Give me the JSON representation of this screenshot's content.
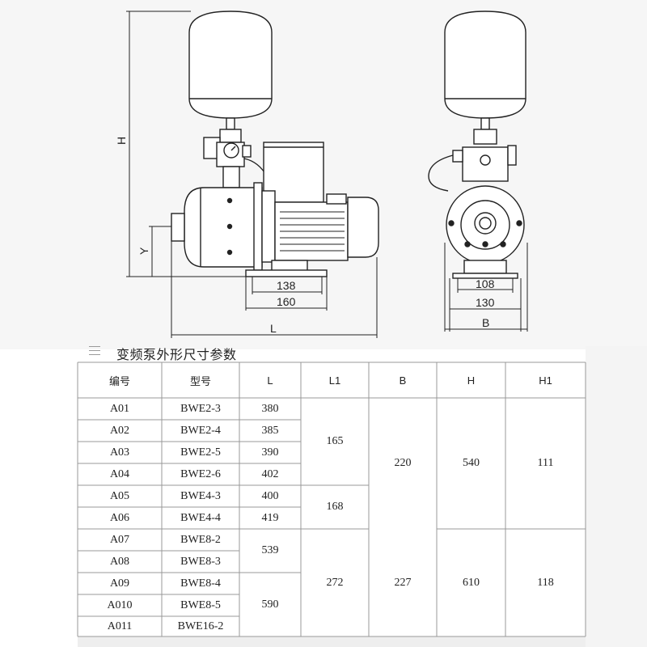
{
  "drawing": {
    "side_view_dims": {
      "H": "H",
      "Y": "Y",
      "L": "L",
      "d1": "138",
      "d2": "160"
    },
    "front_view_dims": {
      "d1": "108",
      "d2": "130",
      "B": "B"
    }
  },
  "table": {
    "title": "变频泵外形尺寸参数",
    "headers": [
      "编号",
      "型号",
      "L",
      "L1",
      "B",
      "H",
      "H1"
    ],
    "rows": [
      {
        "id": "A01",
        "model": "BWE2-3",
        "L": "380"
      },
      {
        "id": "A02",
        "model": "BWE2-4",
        "L": "385"
      },
      {
        "id": "A03",
        "model": "BWE2-5",
        "L": "390"
      },
      {
        "id": "A04",
        "model": "BWE2-6",
        "L": "402"
      },
      {
        "id": "A05",
        "model": "BWE4-3",
        "L": "400"
      },
      {
        "id": "A06",
        "model": "BWE4-4",
        "L": "419"
      },
      {
        "id": "A07",
        "model": "BWE8-2",
        "L": "539"
      },
      {
        "id": "A08",
        "model": "BWE8-3",
        "L": "539"
      },
      {
        "id": "A09",
        "model": "BWE8-4",
        "L": "590"
      },
      {
        "id": "A010",
        "model": "BWE8-5",
        "L": "590"
      },
      {
        "id": "A011",
        "model": "BWE16-2",
        "L": "590"
      }
    ],
    "merged": {
      "L_group_a": "539",
      "L_group_b": "590",
      "L1_group_a": "165",
      "L1_group_b": "168",
      "L1_group_c": "272",
      "B_group_a": "220",
      "B_group_b": "227",
      "H_group_a": "540",
      "H_group_b": "610",
      "H1_group_a": "111",
      "H1_group_b": "118"
    }
  }
}
